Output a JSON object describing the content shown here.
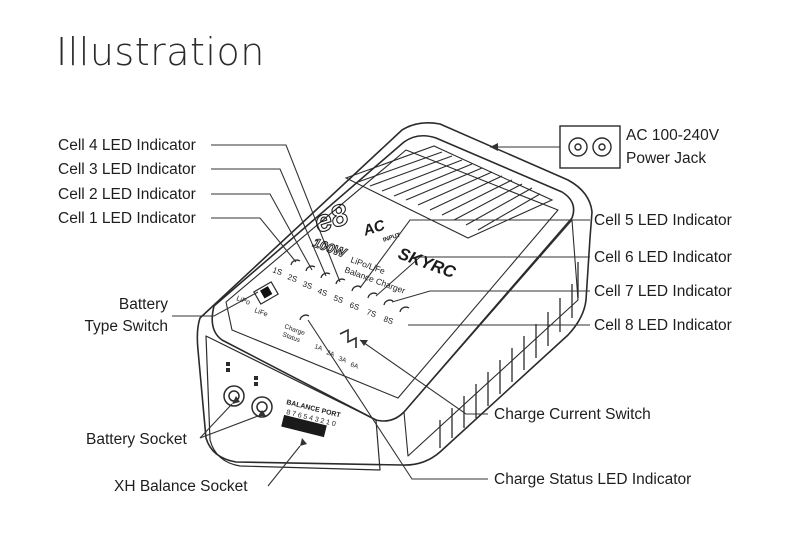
{
  "title": "Illustration",
  "labels": {
    "cell4": "Cell 4 LED Indicator",
    "cell3": "Cell 3 LED Indicator",
    "cell2": "Cell 2 LED Indicator",
    "cell1": "Cell 1 LED Indicator",
    "battery_type_1": "Battery",
    "battery_type_2": "Type Switch",
    "battery_socket": "Battery Socket",
    "xh_balance": "XH Balance Socket",
    "ac_1": "AC 100-240V",
    "ac_2": "Power Jack",
    "cell5": "Cell 5 LED Indicator",
    "cell6": "Cell 6 LED Indicator",
    "cell7": "Cell 7 LED Indicator",
    "cell8": "Cell 8 LED Indicator",
    "charge_current": "Charge Current Switch",
    "charge_status": "Charge Status LED Indicator"
  },
  "device": {
    "model": "e8",
    "ac_badge": "AC",
    "input_badge": "INPUT",
    "power": "100W",
    "brand": "SKYRC",
    "desc_1": "LiPo/LiFe",
    "desc_2": "Balance Charger",
    "cells": [
      "1S",
      "2S",
      "3S",
      "4S",
      "5S",
      "6S",
      "7S",
      "8S"
    ],
    "type_lipo": "LiPo",
    "type_life": "LiFe",
    "charge_status_1": "Charge",
    "charge_status_2": "Status",
    "currents": [
      "1A",
      "2A",
      "3A",
      "6A"
    ],
    "balance_port": "BALANCE PORT",
    "balance_numbers": "8 7 6 5 4 3 2 1 0"
  }
}
